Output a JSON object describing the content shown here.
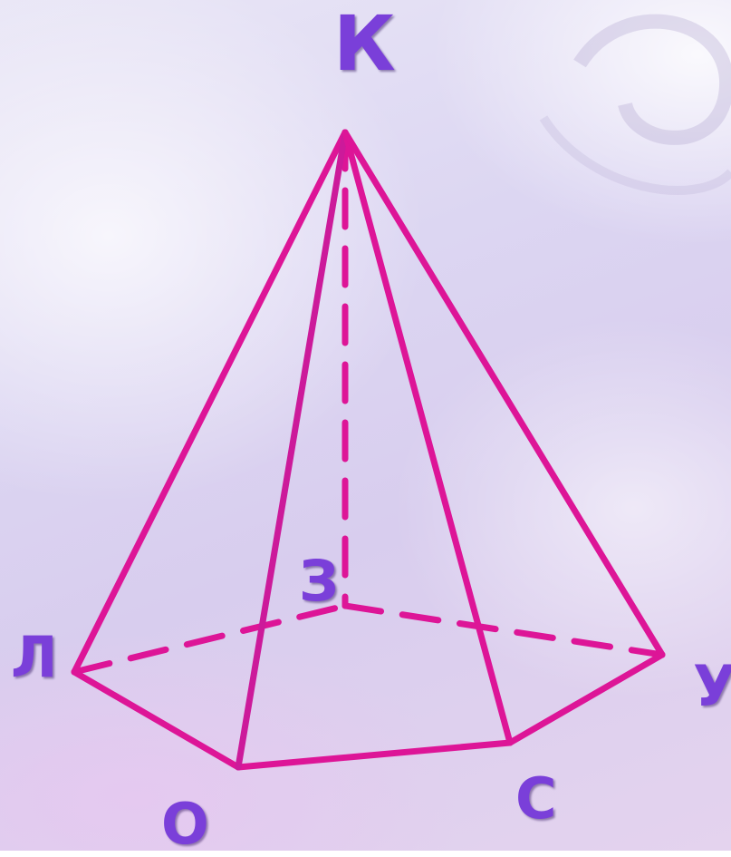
{
  "figure": {
    "vertices": {
      "apex": "К",
      "back": "З",
      "left": "Л",
      "front_left": "О",
      "front_right": "С",
      "right": "У"
    },
    "colors": {
      "edge": "#dd1597",
      "label": "#7a3fd9",
      "label_shadow": "#2a0a5a"
    }
  }
}
